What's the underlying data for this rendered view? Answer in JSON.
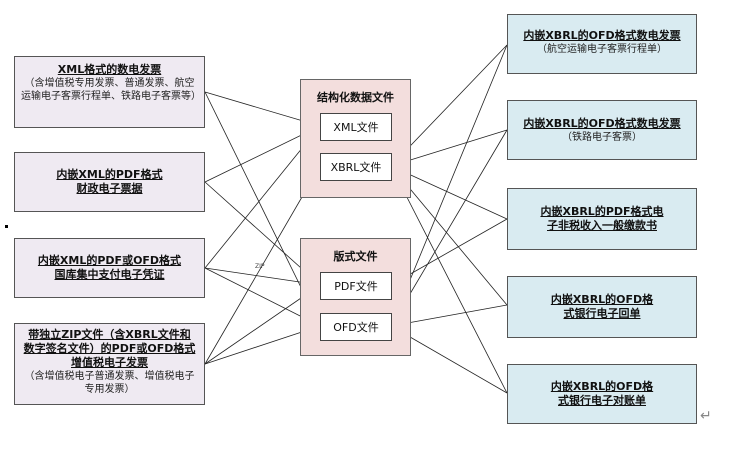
{
  "left": [
    {
      "title": "XML格式的数电发票",
      "sub": "（含增值税专用发票、普通发票、航空运输电子客票行程单、铁路电子客票等）"
    },
    {
      "title": "内嵌XML的PDF格式财政电子票据",
      "sub": ""
    },
    {
      "title": "内嵌XML的PDF或OFD格式国库集中支付电子凭证",
      "sub": ""
    },
    {
      "title": "带独立ZIP文件（含XBRL文件和数字签名文件）的PDF或OFD格式增值税电子发票",
      "sub": "（含增值税电子普通发票、增值税电子专用发票）"
    }
  ],
  "groups": {
    "structured": {
      "title": "结构化数据文件",
      "items": [
        "XML文件",
        "XBRL文件"
      ]
    },
    "layout": {
      "title": "版式文件",
      "items": [
        "PDF文件",
        "OFD文件"
      ]
    }
  },
  "right": [
    {
      "title": "内嵌XBRL的OFD格式数电发票",
      "sub": "（航空运输电子客票行程单）"
    },
    {
      "title": "内嵌XBRL的OFD格式数电发票",
      "sub": "（铁路电子客票）"
    },
    {
      "title": "内嵌XBRL的PDF格式电子非税收入一般缴款书",
      "sub": ""
    },
    {
      "title": "内嵌XBRL的OFD格式银行电子回单",
      "sub": ""
    },
    {
      "title": "内嵌XBRL的OFD格式银行电子对账单",
      "sub": ""
    }
  ],
  "zip_label": "ZIP",
  "return_mark": "↵"
}
